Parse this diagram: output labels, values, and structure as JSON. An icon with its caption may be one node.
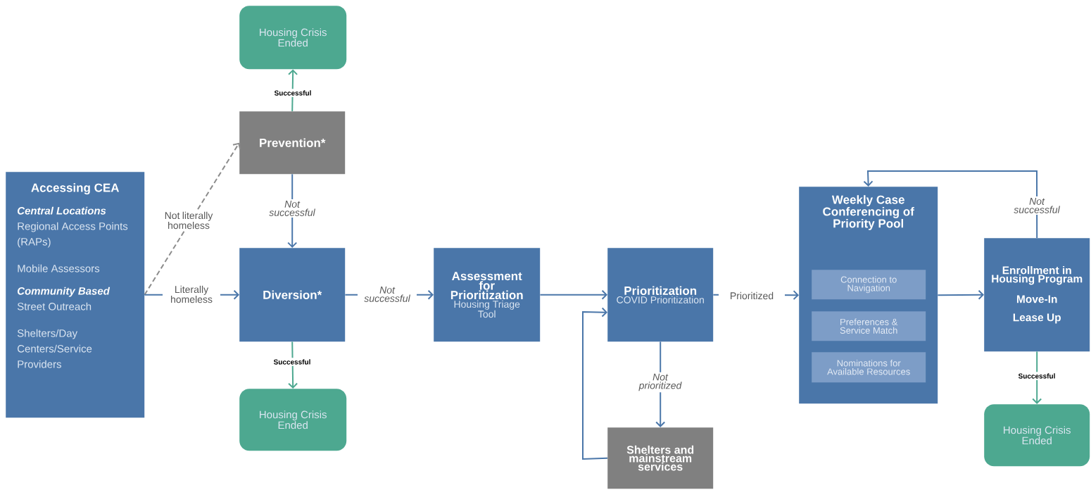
{
  "diagram": {
    "nodes": [
      {
        "text": [
          "Housing Crisis Ended"
        ]
      },
      {
        "text": [
          "Prevention*"
        ]
      },
      {
        "text": [
          "Accessing CEA",
          "Central Locations",
          "Regional Access Points (RAPs)",
          "Mobile Assessors",
          "Community Based",
          "Street Outreach",
          "Shelters/Day Centers/Service Providers"
        ]
      },
      {
        "text": [
          "Diversion*"
        ]
      },
      {
        "text": [
          "Housing Crisis Ended"
        ]
      },
      {
        "text": [
          "Assessment for Prioritization",
          "Housing Triage Tool"
        ]
      },
      {
        "text": [
          "Prioritization",
          "COVID Prioritization"
        ]
      },
      {
        "text": [
          "Shelters and mainstream services"
        ]
      },
      {
        "text": [
          "Weekly Case Conferencing of Priority Pool"
        ]
      },
      {
        "text": [
          "Connection to Navigation"
        ],
        "in": 8
      },
      {
        "text": [
          "Preferences & Service Match"
        ],
        "in": 8
      },
      {
        "text": [
          "Nominations for Available Resources"
        ],
        "in": 8
      },
      {
        "text": [
          "Enrollment in Housing Program",
          "Move-In",
          "Lease Up"
        ]
      },
      {
        "text": [
          "Housing Crisis Ended"
        ]
      }
    ],
    "edges": [
      {
        "from": 1,
        "to": 0,
        "arrow": "to",
        "label": "Successful",
        "color": "#4da890"
      },
      {
        "from": 2,
        "to": 1,
        "arrow": "to",
        "label": "Not literally homeless",
        "style": "dashed",
        "color": "#8c8c8c"
      },
      {
        "from": 1,
        "to": 3,
        "arrow": "to",
        "label": "Not successful"
      },
      {
        "from": 2,
        "to": 3,
        "arrow": "to",
        "label": "Literally homeless"
      },
      {
        "from": 3,
        "to": 4,
        "arrow": "to",
        "label": "Successful",
        "color": "#4da890"
      },
      {
        "from": 3,
        "to": 5,
        "arrow": "to",
        "label": "Not successful"
      },
      {
        "from": 5,
        "to": 6,
        "arrow": "to"
      },
      {
        "from": 6,
        "to": 7,
        "arrow": "to",
        "label": "Not prioritized"
      },
      {
        "from": 7,
        "to": 6,
        "arrow": "to"
      },
      {
        "from": 6,
        "to": 8,
        "arrow": "to",
        "label": "Prioritized"
      },
      {
        "from": 8,
        "to": 12,
        "arrow": "to"
      },
      {
        "from": 12,
        "to": 8,
        "arrow": "to",
        "label": "Not successful"
      },
      {
        "from": 12,
        "to": 13,
        "arrow": "to",
        "label": "Successful",
        "color": "#4da890"
      }
    ]
  }
}
